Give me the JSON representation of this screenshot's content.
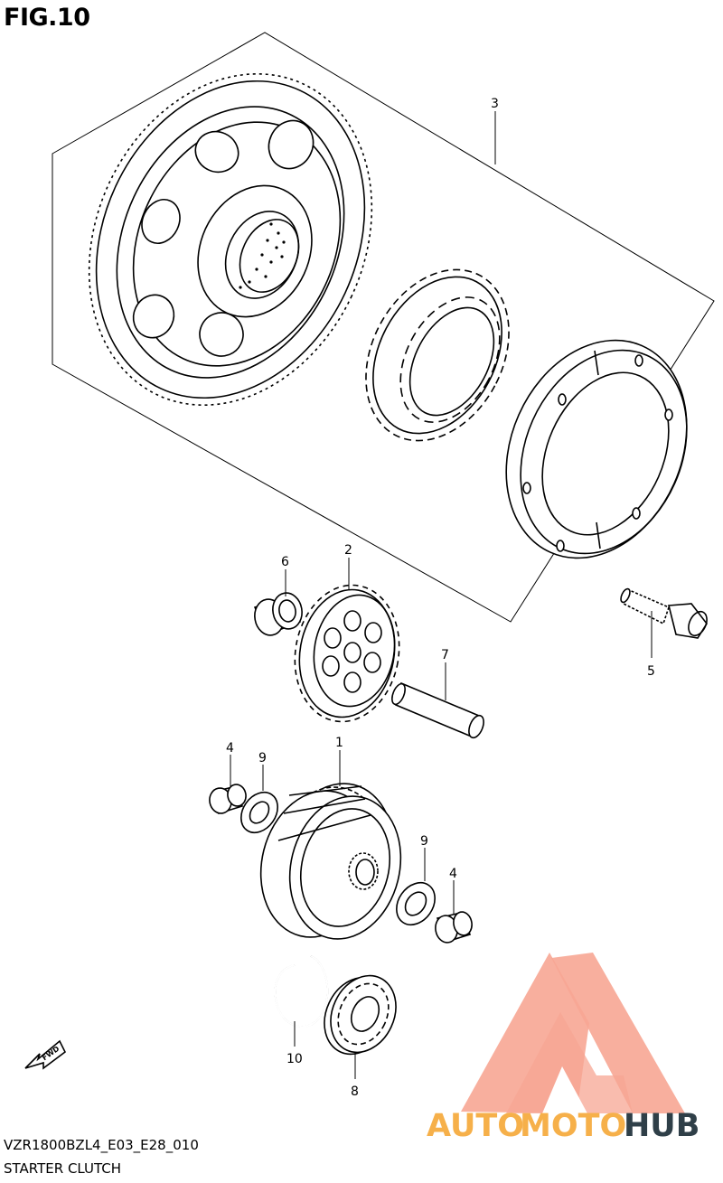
{
  "figure": {
    "title": "FIG.10"
  },
  "parts": [
    {
      "id": "part-1",
      "number": "1"
    },
    {
      "id": "part-2",
      "number": "2"
    },
    {
      "id": "part-3",
      "number": "3"
    },
    {
      "id": "part-4a",
      "number": "4"
    },
    {
      "id": "part-4b",
      "number": "4"
    },
    {
      "id": "part-5",
      "number": "5"
    },
    {
      "id": "part-6",
      "number": "6"
    },
    {
      "id": "part-7",
      "number": "7"
    },
    {
      "id": "part-8",
      "number": "8"
    },
    {
      "id": "part-9a",
      "number": "9"
    },
    {
      "id": "part-9b",
      "number": "9"
    },
    {
      "id": "part-10",
      "number": "10"
    }
  ],
  "fwd_label": "FWD",
  "footer": {
    "code": "VZR1800BZL4_E03_E28_010",
    "title": "STARTER CLUTCH"
  },
  "watermark": {
    "part1": "AUTO",
    "part2": "MOTO",
    "part3": "HUB",
    "color_light": "#f7a693",
    "color_orange": "#f6b04a",
    "color_dark": "#2f3f48"
  }
}
